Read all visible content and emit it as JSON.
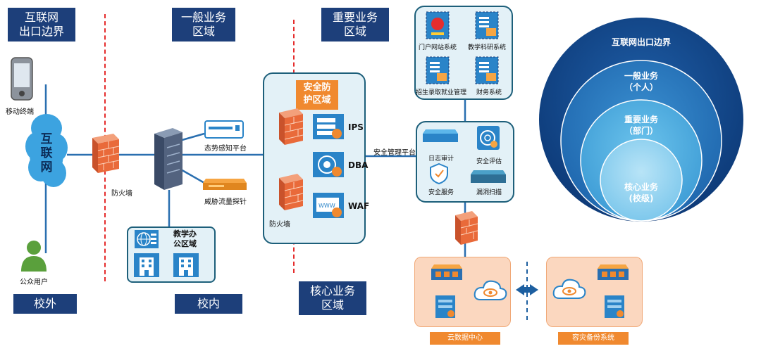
{
  "zones": {
    "internet_boundary": "互联网\n出口边界",
    "general_zone": "一般业务\n区域",
    "important_zone": "重要业务\n区域",
    "core_zone": "核心业务\n区域",
    "outside": "校外",
    "inside": "校内"
  },
  "left": {
    "mobile": "移动终端",
    "internet": "互\n联\n网",
    "public_user": "公众用户",
    "firewall": "防火墙"
  },
  "middle": {
    "situation_platform": "态势感知平台",
    "threat_probe": "威胁流量探针",
    "office_zone": "教学办\n公区域"
  },
  "security_zone": {
    "title": "安全防\n护区域",
    "ips": "IPS",
    "dba": "DBA",
    "waf": "WAF",
    "firewall": "防火墙"
  },
  "systems": {
    "portal": "门户网站系统",
    "research": "教学科研系统",
    "enrollment": "招生录取就业管理",
    "finance": "财务系统"
  },
  "mgmt": {
    "platform": "安全管理平台",
    "log_audit": "日志审计",
    "assessment": "安全评估",
    "service": "安全服务",
    "vuln_scan": "漏洞扫描"
  },
  "bottom": {
    "cloud_dc": "云数据中心",
    "backup": "容灾备份系统"
  },
  "circles": {
    "outer": "互联网出口边界",
    "second": "一般业务\n（个人）",
    "third": "重要业务\n（部门）",
    "inner": "核心业务\n(校级)"
  },
  "colors": {
    "navy": "#1d3f7a",
    "red_dash": "#e52d2d",
    "firewall": "#e96a3a",
    "orange": "#f0892f",
    "panel_bg": "#e3f1f7"
  }
}
